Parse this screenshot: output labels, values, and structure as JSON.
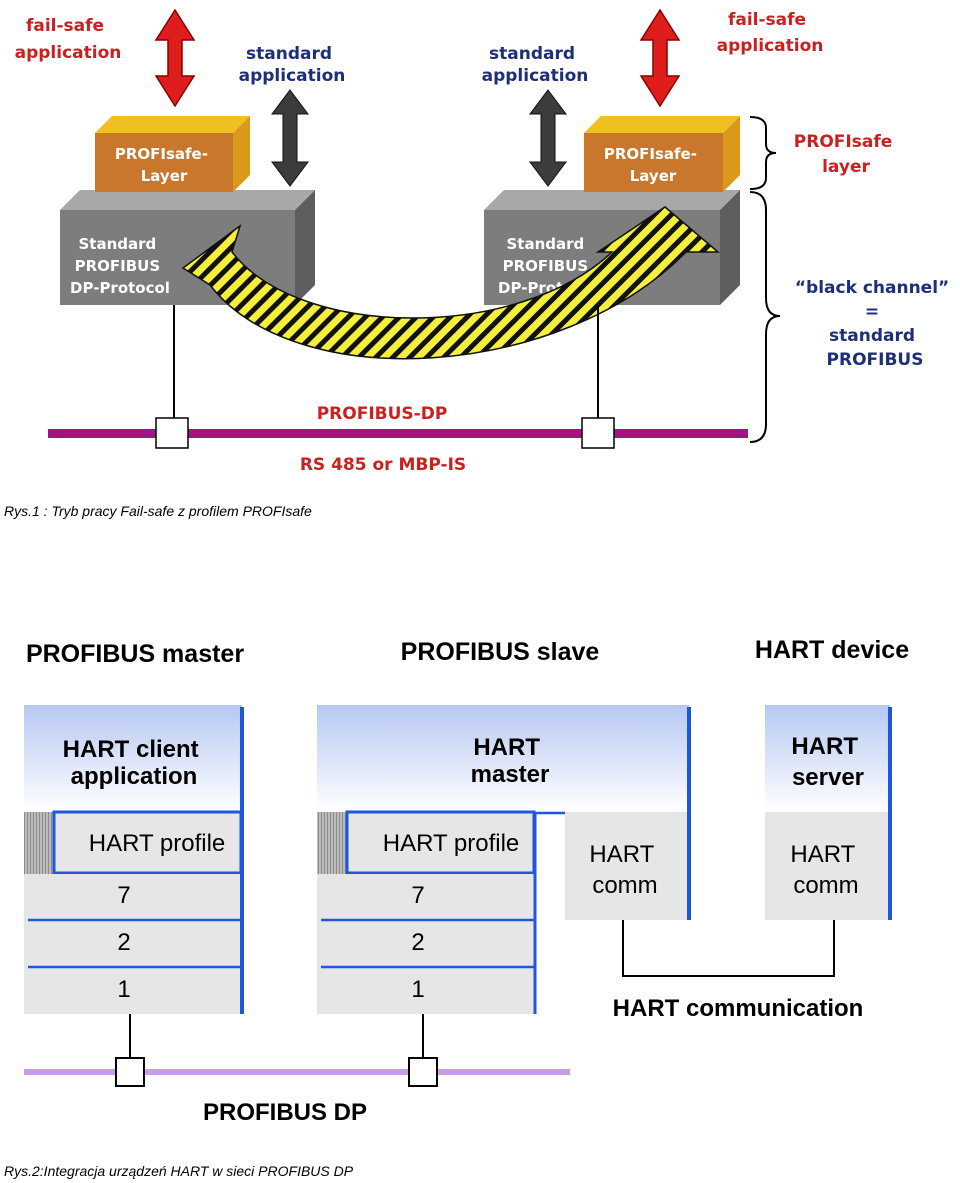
{
  "figure1": {
    "fail_safe_application": [
      "fail-safe",
      "application"
    ],
    "standard_application": [
      "standard",
      "application"
    ],
    "profisafe_layer_box": [
      "PROFIsafe-",
      "Layer"
    ],
    "standard_profibus_box": [
      "Standard",
      "PROFIBUS",
      "DP-Protocol"
    ],
    "profisafe_layer_label": [
      "PROFIsafe",
      "layer"
    ],
    "black_channel_label": [
      "“black channel”",
      "=",
      "standard",
      "PROFIBUS"
    ],
    "bus_label": "PROFIBUS-DP",
    "bus_medium": "RS 485 or MBP-IS",
    "caption": "Rys.1 : Tryb pracy Fail-safe z profilem PROFIsafe"
  },
  "figure2": {
    "profibus_master_title": "PROFIBUS master",
    "profibus_slave_title": "PROFIBUS slave",
    "hart_device_title": "HART device",
    "hart_client_application": [
      "HART client",
      "application"
    ],
    "hart_master": [
      "HART",
      "master"
    ],
    "hart_server": [
      "HART",
      "server"
    ],
    "hart_profile": "HART profile",
    "layers": [
      "7",
      "2",
      "1"
    ],
    "hart_comm": [
      "HART",
      "comm"
    ],
    "hart_communication": "HART communication",
    "profibus_dp": "PROFIBUS DP",
    "caption": "Rys.2:Integracja urządzeń HART w sieci PROFIBUS DP"
  },
  "colors": {
    "red_arrow": "#e01d1d",
    "dark_arrow": "#3c3c3c",
    "profisafe_box": "#c8772c",
    "profisafe_top": "#f0c020",
    "protocol_box": "#7d7d7d",
    "bus_magenta": "#a0157f",
    "hatch_yellow": "#f3ef3a",
    "label_red": "#cc1f1f",
    "label_navy": "#1d2f7a",
    "hart_blue": "#1f55e0",
    "hart_gradient_top": "#b6c8f2",
    "layer_gray": "#e6e6e6",
    "bus_lavender": "#c89ce6"
  }
}
